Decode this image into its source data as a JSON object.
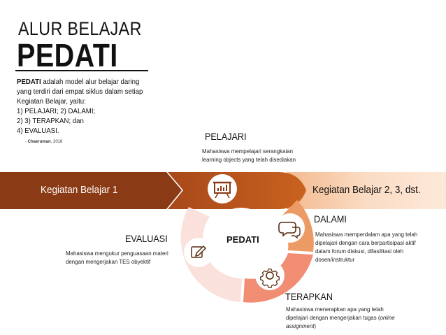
{
  "title": {
    "line1": "ALUR BELAJAR",
    "line2": "PEDATI"
  },
  "intro": {
    "term": "PEDATI",
    "line1_rest": " adalah model alur belajar daring",
    "line2": "yang terdiri dari empat siklus dalam setiap",
    "line3": "Kegiatan Belajar, yaitu:",
    "line4": "1)    PELAJARI; 2) DALAMI;",
    "line5": "2)    3) TERAPKAN; dan",
    "line6": "4) EVALUASI."
  },
  "citation": {
    "dash": "- ",
    "author": "Chaeruman",
    "year": ", 2018"
  },
  "band": {
    "left_label": "Kegiatan Belajar 1",
    "right_label": "Kegiatan Belajar 2, 3, dst."
  },
  "center": {
    "label": "PEDATI"
  },
  "stages": {
    "pelajari": {
      "title": "PELAJARI",
      "desc": [
        "Mahasiswa mempelajari serangkaian",
        "learning objects yang telah disediakan"
      ],
      "icon": "presentation-board-icon"
    },
    "dalami": {
      "title": "DALAMI",
      "desc": [
        "Mahasiswa memperdalam apa yang telah",
        "dipelajari dengan cara berpartisipasi aktif",
        "dalam forum diskusi, difasilitasi oleh",
        "dosen/instruktur"
      ],
      "icon": "chat-bubbles-icon"
    },
    "terapkan": {
      "title": "TERAPKAN",
      "desc_line1": "Mahasiswa menerapkan apa yang telah",
      "desc_line2_a": "dipelajari dengan mengerjakan tugas (",
      "desc_line2_b": "online",
      "desc_line3_a": "assignment",
      "desc_line3_b": ")",
      "icon": "gear-icon"
    },
    "evaluasi": {
      "title": "EVALUASI",
      "desc": [
        "Mahasiswa mengukur penguasaan materi",
        "dengan mengerjakan TES obyektif"
      ],
      "icon": "edit-pencil-icon"
    }
  },
  "colors": {
    "band_dark": "#8a3a14",
    "band_mid": "#b8561a",
    "band_light": "#f6c9a4",
    "ring_pelajari": "#b8561a",
    "ring_dalami": "#ec9a66",
    "ring_terapkan": "#f08d72",
    "ring_evaluasi": "#fbe1dc"
  }
}
